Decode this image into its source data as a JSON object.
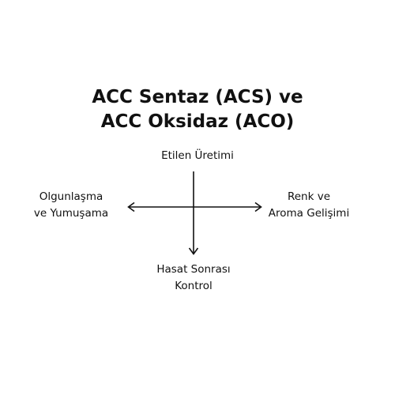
{
  "title": {
    "line1": "ACC Sentaz (ACS) ve",
    "line2": "ACC Oksidaz (ACO)"
  },
  "nodes": {
    "top": {
      "line1": "Etilen Üretimi"
    },
    "left": {
      "line1": "Olgunlaşma",
      "line2": "ve Yumuşama"
    },
    "right": {
      "line1": "Renk ve",
      "line2": "Aroma Gelişimi"
    },
    "bottom": {
      "line1": "Hasat Sonrası",
      "line2": "Kontrol"
    }
  },
  "colors": {
    "line": "#111111",
    "text": "#111111",
    "background": "#ffffff"
  }
}
